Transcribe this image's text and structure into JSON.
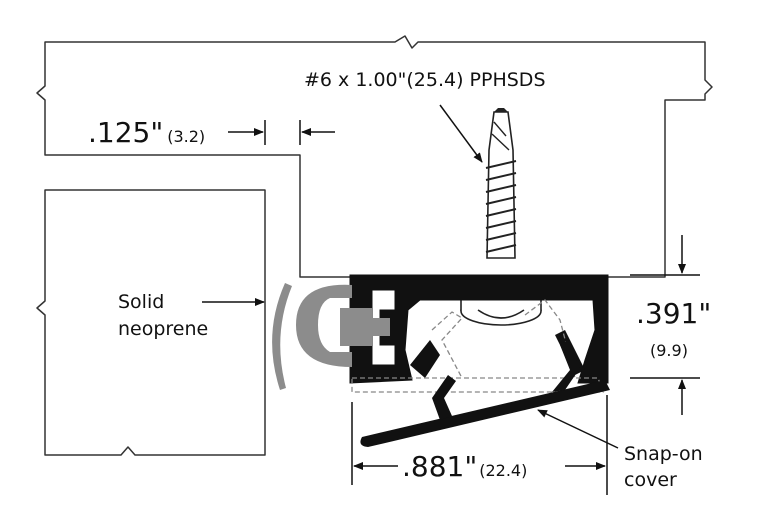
{
  "screw_label": "#6 x 1.00\"(25.4) PPHSDS",
  "gap_dim": {
    "inch": ".125\"",
    "mm": "(3.2)"
  },
  "height_dim": {
    "inch": ".391\"",
    "mm": "(9.9)"
  },
  "width_dim": {
    "inch": ".881\"",
    "mm": "(22.4)"
  },
  "seal_label": {
    "line1": "Solid",
    "line2": "neoprene"
  },
  "cover_label": {
    "line1": "Snap-on",
    "line2": "cover"
  },
  "colors": {
    "profile": "#111111",
    "seal": "#8c8c8c",
    "outline": "#333333"
  }
}
